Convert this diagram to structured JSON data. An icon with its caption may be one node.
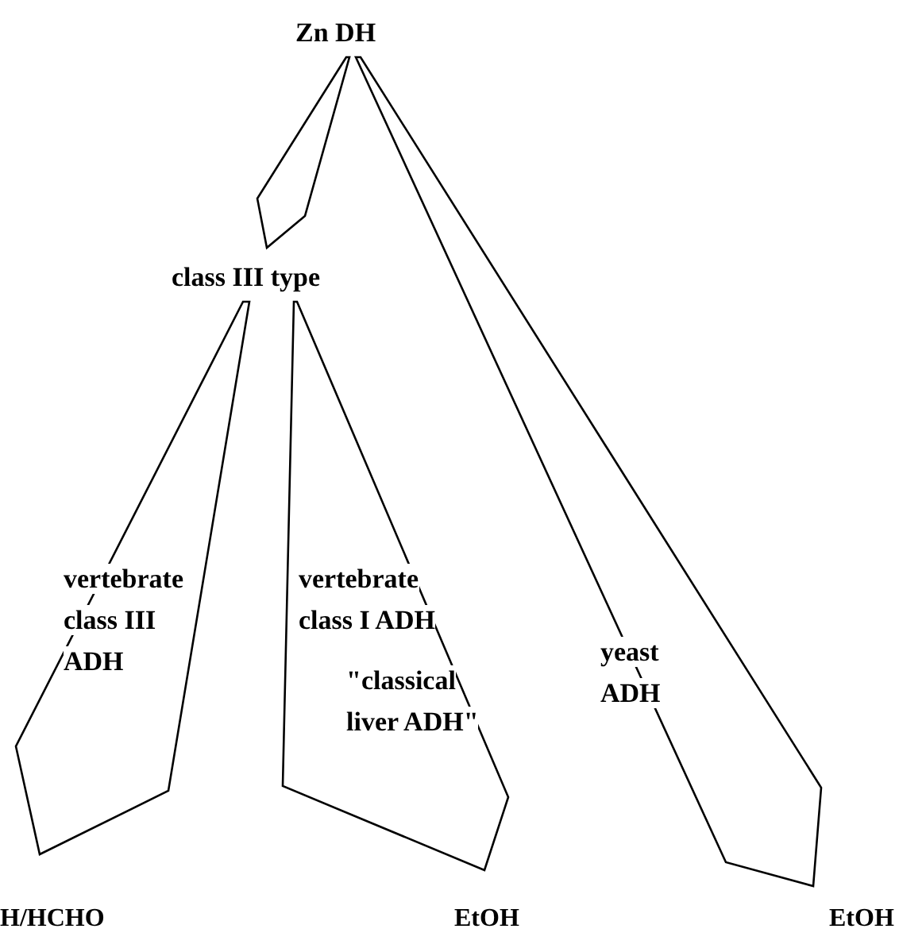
{
  "diagram": {
    "nodes": [
      {
        "text": [
          "Zn DH"
        ]
      },
      {
        "text": [],
        "shape": "polygon"
      },
      {
        "text": [
          "class III type"
        ]
      },
      {
        "text": [
          "vertebrate class III ADH"
        ]
      },
      {
        "text": [
          "vertebrate class I ADH",
          "\"classical liver ADH\""
        ]
      },
      {
        "text": [
          "yeast ADH"
        ]
      }
    ],
    "labels": [
      "H/HCHO",
      "EtOH",
      "EtOH"
    ]
  }
}
